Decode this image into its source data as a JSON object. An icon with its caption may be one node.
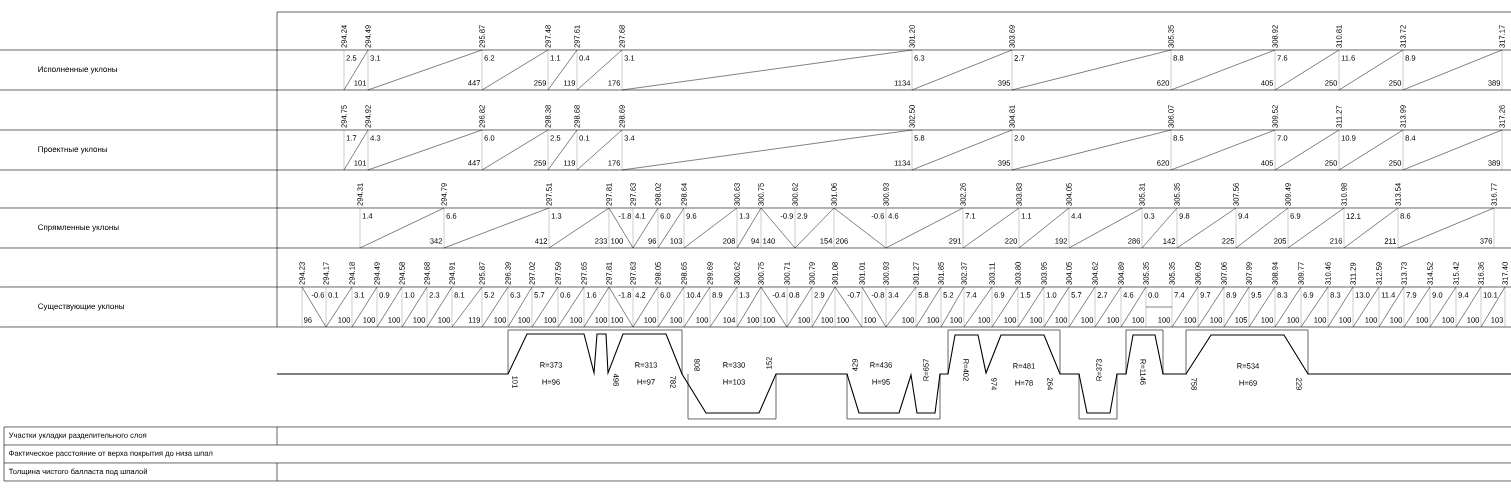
{
  "diagram": {
    "labels": [
      "294.24",
      "294.49",
      "295.87",
      "297.48",
      "297.61",
      "297.68",
      "301.20",
      "303.69",
      "305.35",
      "308.92",
      "310.81",
      "313.72",
      "317.17",
      "Исполненные уклоны",
      "2.5",
      "101",
      "3.1",
      "447",
      "6.2",
      "259",
      "1.1",
      "119",
      "0.4",
      "176",
      "3.1",
      "1134",
      "6.3",
      "395",
      "2.7",
      "620",
      "8.8",
      "405",
      "7.6",
      "250",
      "11.6",
      "250",
      "8.9",
      "389",
      "294.75",
      "294.92",
      "296.82",
      "298.38",
      "298.68",
      "298.69",
      "302.50",
      "304.81",
      "306.07",
      "309.52",
      "311.27",
      "313.99",
      "317.26",
      "Проектные уклоны",
      "1.7",
      "101",
      "4.3",
      "447",
      "6.0",
      "259",
      "2.5",
      "119",
      "0.1",
      "176",
      "3.4",
      "1134",
      "5.8",
      "395",
      "2.0",
      "620",
      "8.5",
      "405",
      "7.0",
      "250",
      "10.9",
      "250",
      "8.4",
      "389",
      "294.31",
      "294.79",
      "297.51",
      "297.81",
      "297.63",
      "298.02",
      "298.64",
      "300.63",
      "300.75",
      "300.62",
      "301.06",
      "300.93",
      "302.26",
      "303.83",
      "304.05",
      "305.31",
      "305.35",
      "307.56",
      "309.49",
      "310.98",
      "313.54",
      "316.77",
      "Спрямленные уклоны",
      "1.4",
      "342",
      "6.6",
      "412",
      "1.3",
      "233",
      "-1.8",
      "100",
      "4.1",
      "96",
      "6.0",
      "103",
      "9.6",
      "208",
      "1.3",
      "94",
      "-0.9",
      "140",
      "2.9",
      "154",
      "-0.6",
      "206",
      "4.6",
      "291",
      "7.1",
      "220",
      "1.1",
      "192",
      "4.4",
      "286",
      "0.3",
      "142",
      "9.8",
      "225",
      "9.4",
      "205",
      "6.9",
      "216",
      "12.1",
      "211",
      "8.6",
      "376",
      "294.23",
      "294.17",
      "294.18",
      "294.49",
      "294.58",
      "294.68",
      "294.91",
      "295.87",
      "296.39",
      "297.02",
      "297.59",
      "297.65",
      "297.81",
      "297.63",
      "298.05",
      "298.65",
      "299.69",
      "300.62",
      "300.75",
      "300.71",
      "300.79",
      "301.08",
      "301.01",
      "300.93",
      "301.27",
      "301.85",
      "302.37",
      "303.11",
      "303.80",
      "303.95",
      "304.05",
      "304.62",
      "304.89",
      "305.35",
      "305.35",
      "306.09",
      "307.06",
      "307.99",
      "308.94",
      "309.77",
      "310.46",
      "311.29",
      "312.59",
      "313.73",
      "314.52",
      "315.42",
      "316.36",
      "317.40",
      "Существующие уклоны",
      "-0.6",
      "96",
      "0.1",
      "100",
      "3.1",
      "100",
      "0.9",
      "100",
      "1.0",
      "100",
      "2.3",
      "100",
      "8.1",
      "119",
      "5.2",
      "100",
      "6.3",
      "100",
      "5.7",
      "100",
      "0.6",
      "100",
      "1.6",
      "100",
      "-1.8",
      "100",
      "4.2",
      "100",
      "6.0",
      "100",
      "10.4",
      "100",
      "8.9",
      "104",
      "1.3",
      "100",
      "-0.4",
      "100",
      "0.8",
      "100",
      "2.9",
      "100",
      "-0.7",
      "100",
      "-0.8",
      "100",
      "3.4",
      "100",
      "5.8",
      "100",
      "5.2",
      "100",
      "7.4",
      "100",
      "6.9",
      "100",
      "1.5",
      "100",
      "1.0",
      "100",
      "5.7",
      "100",
      "2.7",
      "100",
      "4.6",
      "100",
      "0.0",
      "100",
      "7.4",
      "100",
      "9.7",
      "100",
      "8.9",
      "105",
      "9.5",
      "100",
      "8.3",
      "100",
      "6.9",
      "100",
      "8.3",
      "100",
      "13.0",
      "100",
      "11.4",
      "100",
      "7.9",
      "100",
      "9.0",
      "100",
      "9.4",
      "100",
      "10.1",
      "103",
      "101",
      "R=373",
      "H=96",
      "498",
      "R=313",
      "H=97",
      "782",
      "808",
      "R=330",
      "H=103",
      "152",
      "429",
      "R=436",
      "H=95",
      "R=657",
      "R=402",
      "974",
      "R=481",
      "H=78",
      "264",
      "R=373",
      "R=1146",
      "758",
      "R=534",
      "H=69",
      "229",
      "Участки укладки разделительного слоя",
      "Фактическое расстояние от верха покрытия до низа шпал",
      "Толщина чистого балласта под шпалой"
    ]
  }
}
